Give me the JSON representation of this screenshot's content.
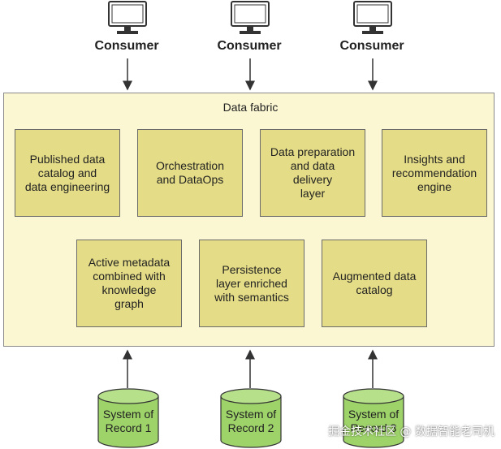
{
  "consumers": [
    {
      "label": "Consumer"
    },
    {
      "label": "Consumer"
    },
    {
      "label": "Consumer"
    }
  ],
  "fabric": {
    "title": "Data fabric",
    "top_row": [
      "Published data\ncatalog and\ndata engineering",
      "Orchestration\nand DataOps",
      "Data preparation\nand data\ndelivery\nlayer",
      "Insights and\nrecommendation\nengine"
    ],
    "bottom_row": [
      "Active metadata\ncombined with\nknowledge\ngraph",
      "Persistence\nlayer enriched\nwith semantics",
      "Augmented data\ncatalog"
    ]
  },
  "systems": [
    {
      "label": "System of\nRecord 1"
    },
    {
      "label": "System of\nRecord 2"
    },
    {
      "label": "System of\nRecord 3"
    }
  ],
  "watermark": "掘金技术社区 @ 数据智能老司机",
  "colors": {
    "fabric_bg": "#fbf7d3",
    "box_fill": "#e4dc86",
    "db_fill": "#9ed36a",
    "line": "#333333"
  }
}
